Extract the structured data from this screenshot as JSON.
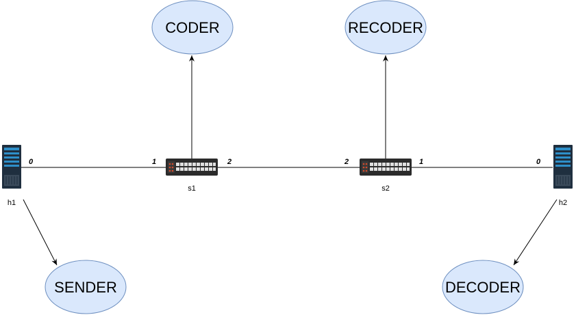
{
  "colors": {
    "ellipse_fill": "#dae8fc",
    "ellipse_stroke": "#6c8ebf",
    "line": "#000000",
    "server_body": "#1f2f3f",
    "server_accent": "#2e8fc9",
    "switch_body": "#2b2b2b",
    "switch_port": "#e0e0e0",
    "switch_led": "#d24b2b"
  },
  "ellipses": {
    "coder": "CODER",
    "recoder": "RECODER",
    "sender": "SENDER",
    "decoder": "DECODER"
  },
  "nodes": {
    "h1": "h1",
    "s1": "s1",
    "s2": "s2",
    "h2": "h2"
  },
  "icons": {
    "h1": "server-icon",
    "h2": "server-icon",
    "s1": "network-switch-icon",
    "s2": "network-switch-icon"
  },
  "ports": {
    "h1_s1": "0",
    "s1_h1": "1",
    "s1_s2": "2",
    "s2_s1": "2",
    "s2_h2": "1",
    "h2_s2": "0"
  }
}
